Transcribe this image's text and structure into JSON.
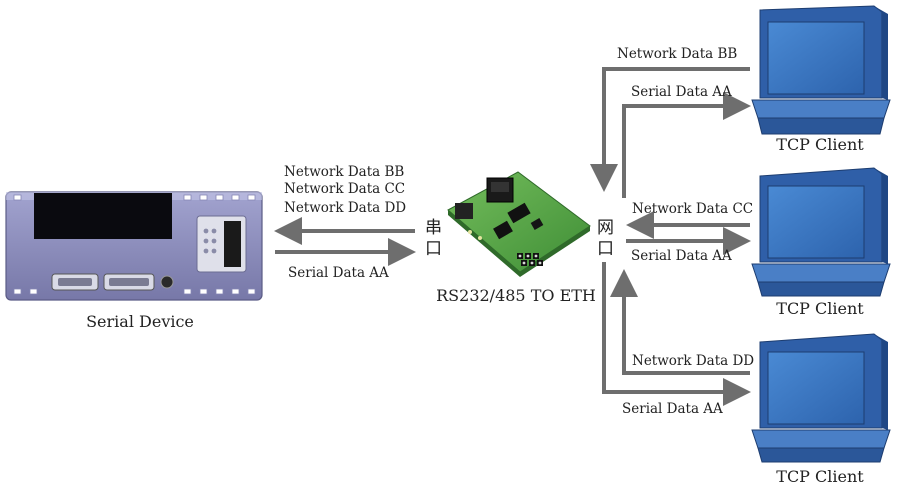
{
  "serial_device": {
    "caption": "Serial Device"
  },
  "converter": {
    "caption": "RS232/485 TO ETH",
    "serial_port_label_1": "串",
    "serial_port_label_2": "口",
    "net_port_label_1": "网",
    "net_port_label_2": "口"
  },
  "left_flows": {
    "to_device": [
      "Network Data BB",
      "Network Data CC",
      "Network Data DD"
    ],
    "from_device": "Serial Data AA"
  },
  "clients": [
    {
      "caption": "TCP Client",
      "sends": "Network Data BB",
      "receives": "Serial Data AA"
    },
    {
      "caption": "TCP Client",
      "sends": "Network Data CC",
      "receives": "Serial Data AA"
    },
    {
      "caption": "TCP Client",
      "sends": "Network Data DD",
      "receives": "Serial Data AA"
    }
  ],
  "colors": {
    "arrow": "#6e6e6e",
    "device_body": "#8e8fbc",
    "client_screen": "#3a78c4",
    "client_body": "#2f5fa8",
    "board": "#5faa4a"
  }
}
